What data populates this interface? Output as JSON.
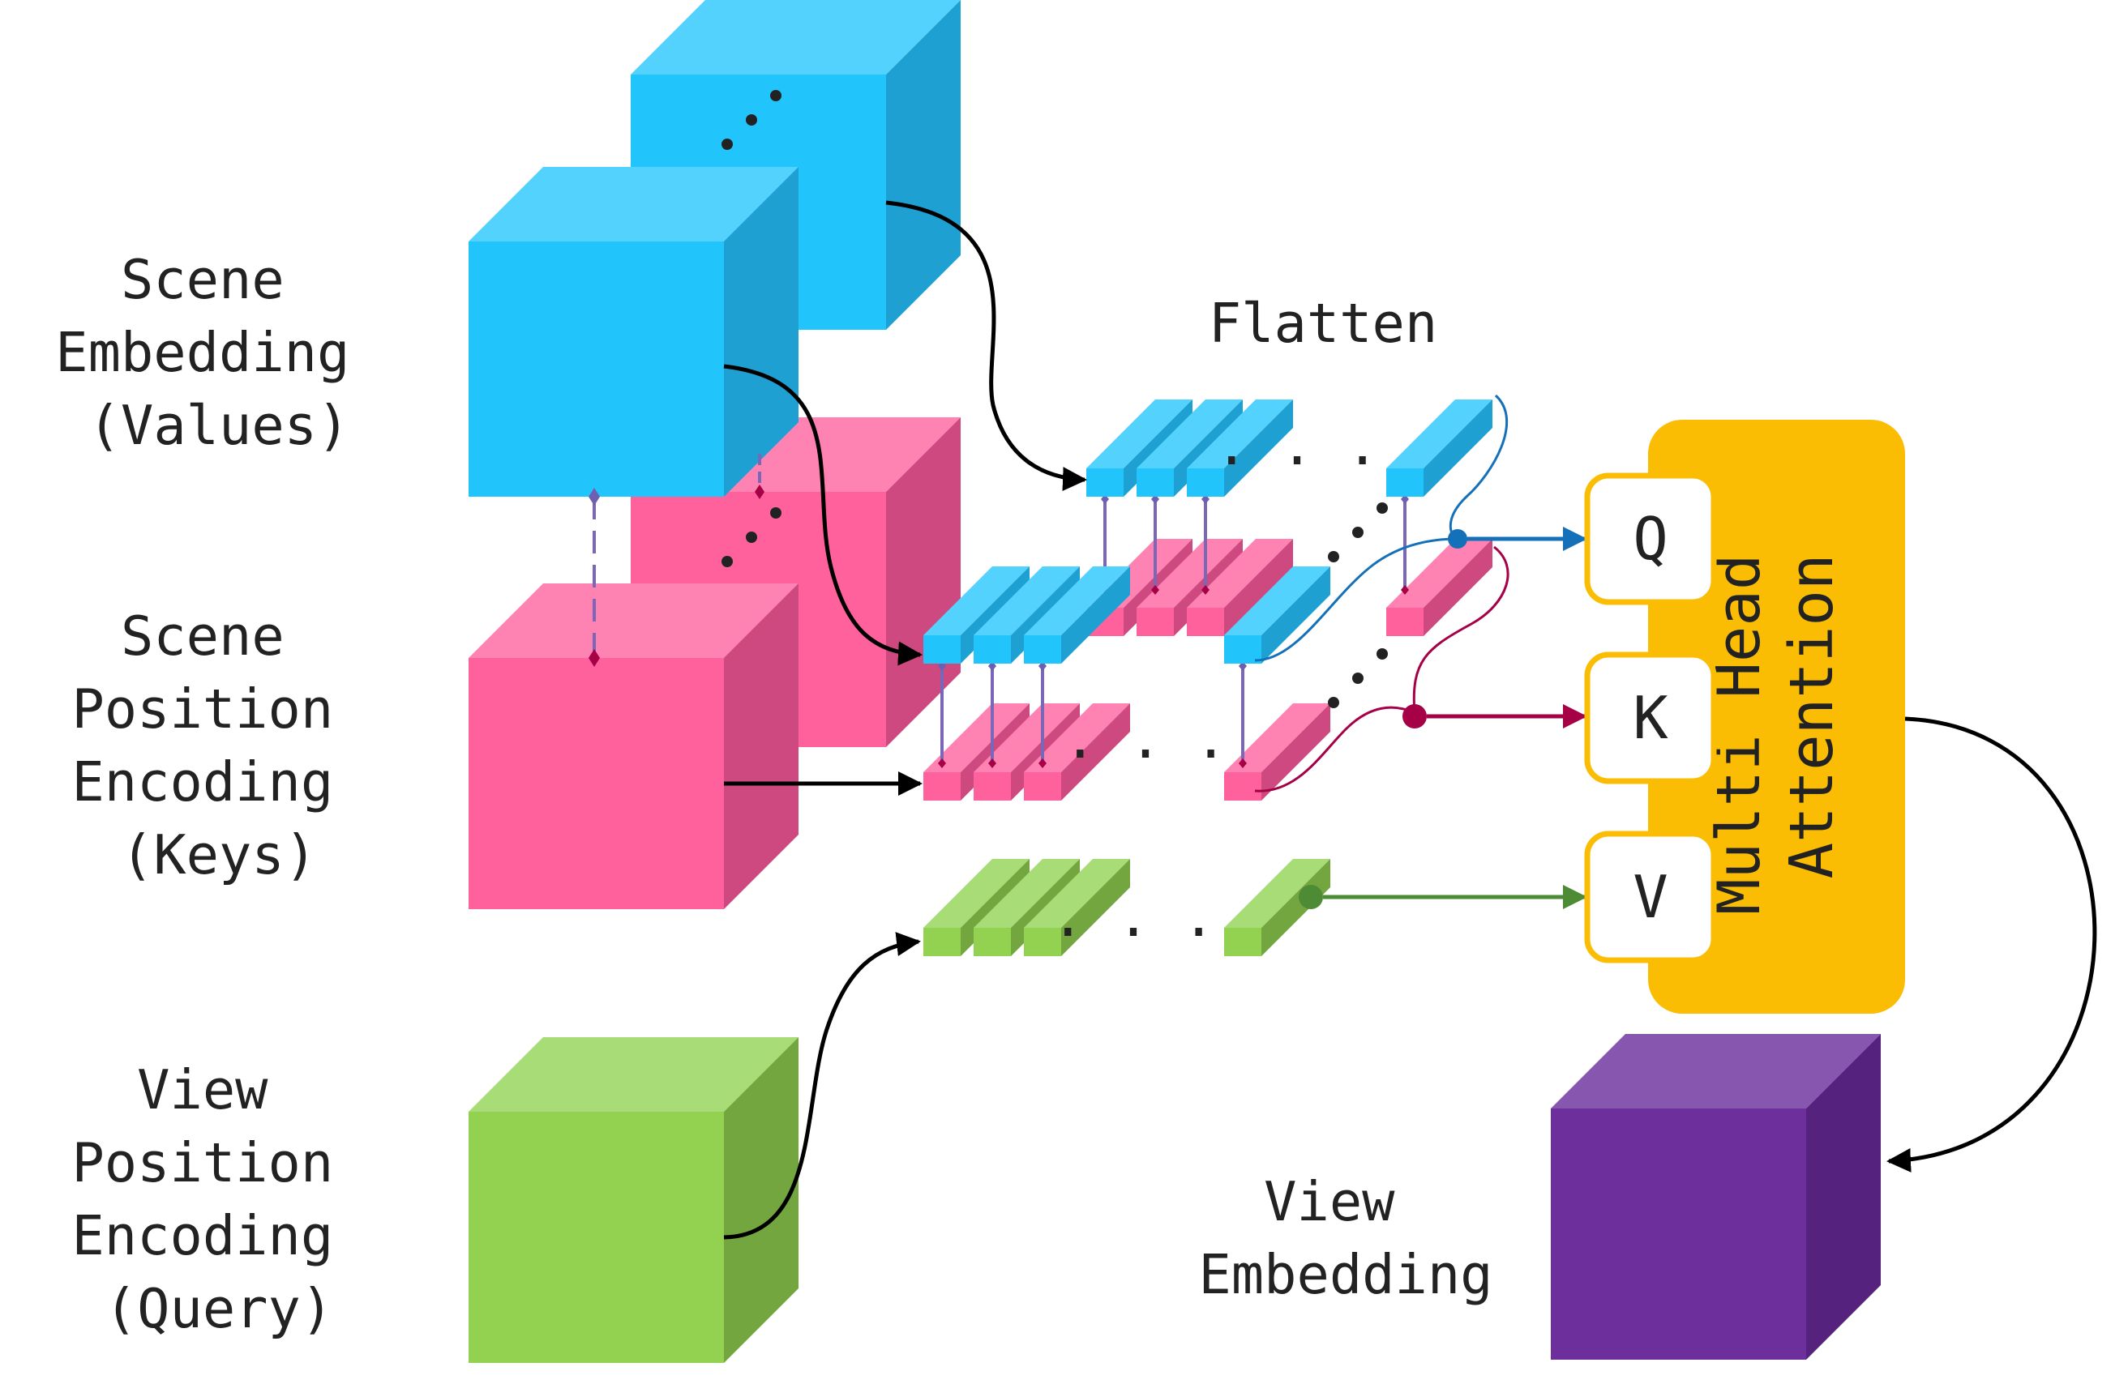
{
  "labels": {
    "scene_embedding": [
      "Scene",
      "Embedding",
      "(Values)"
    ],
    "scene_position": [
      "Scene",
      "Position",
      "Encoding",
      "(Keys)"
    ],
    "view_position": [
      "View",
      "Position",
      "Encoding",
      "(Query)"
    ],
    "view_embedding": [
      "View",
      "Embedding"
    ],
    "flatten": "Flatten",
    "attention": [
      "Multi Head",
      "Attention"
    ],
    "q": "Q",
    "k": "K",
    "v": "V",
    "ellipsis": ". . ."
  },
  "colors": {
    "blue_front": "#22c5fb",
    "blue_top": "#52d2fd",
    "blue_side": "#1fa0d3",
    "pink_front": "#fe619c",
    "pink_top": "#fe82b2",
    "pink_side": "#cd4980",
    "green_front": "#92d250",
    "green_top": "#a7dc76",
    "green_side": "#73a63f",
    "purple_front": "#6c2f9c",
    "purple_top": "#8757b0",
    "purple_side": "#55237d",
    "attention_orange": "#fbbd04",
    "q_arrow": "#1370b9",
    "k_arrow": "#a60046",
    "v_arrow": "#4e8b35"
  }
}
